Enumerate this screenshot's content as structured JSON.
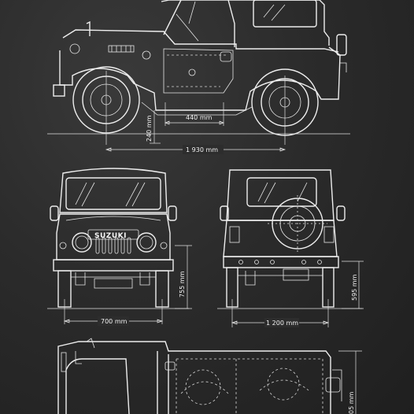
{
  "dimensions": {
    "wheelbase": "1 930 mm",
    "rear_overhang": "440 mm",
    "ground_clearance": "240 mm",
    "front_track": "700 mm",
    "front_height": "755 mm",
    "rear_track": "1 200 mm",
    "rear_height": "595 mm",
    "top_partial": "05 mm"
  },
  "badge": {
    "brand": "SUZUKI"
  },
  "colors": {
    "background": "#2b2b2b",
    "line": "#eeeeee"
  }
}
